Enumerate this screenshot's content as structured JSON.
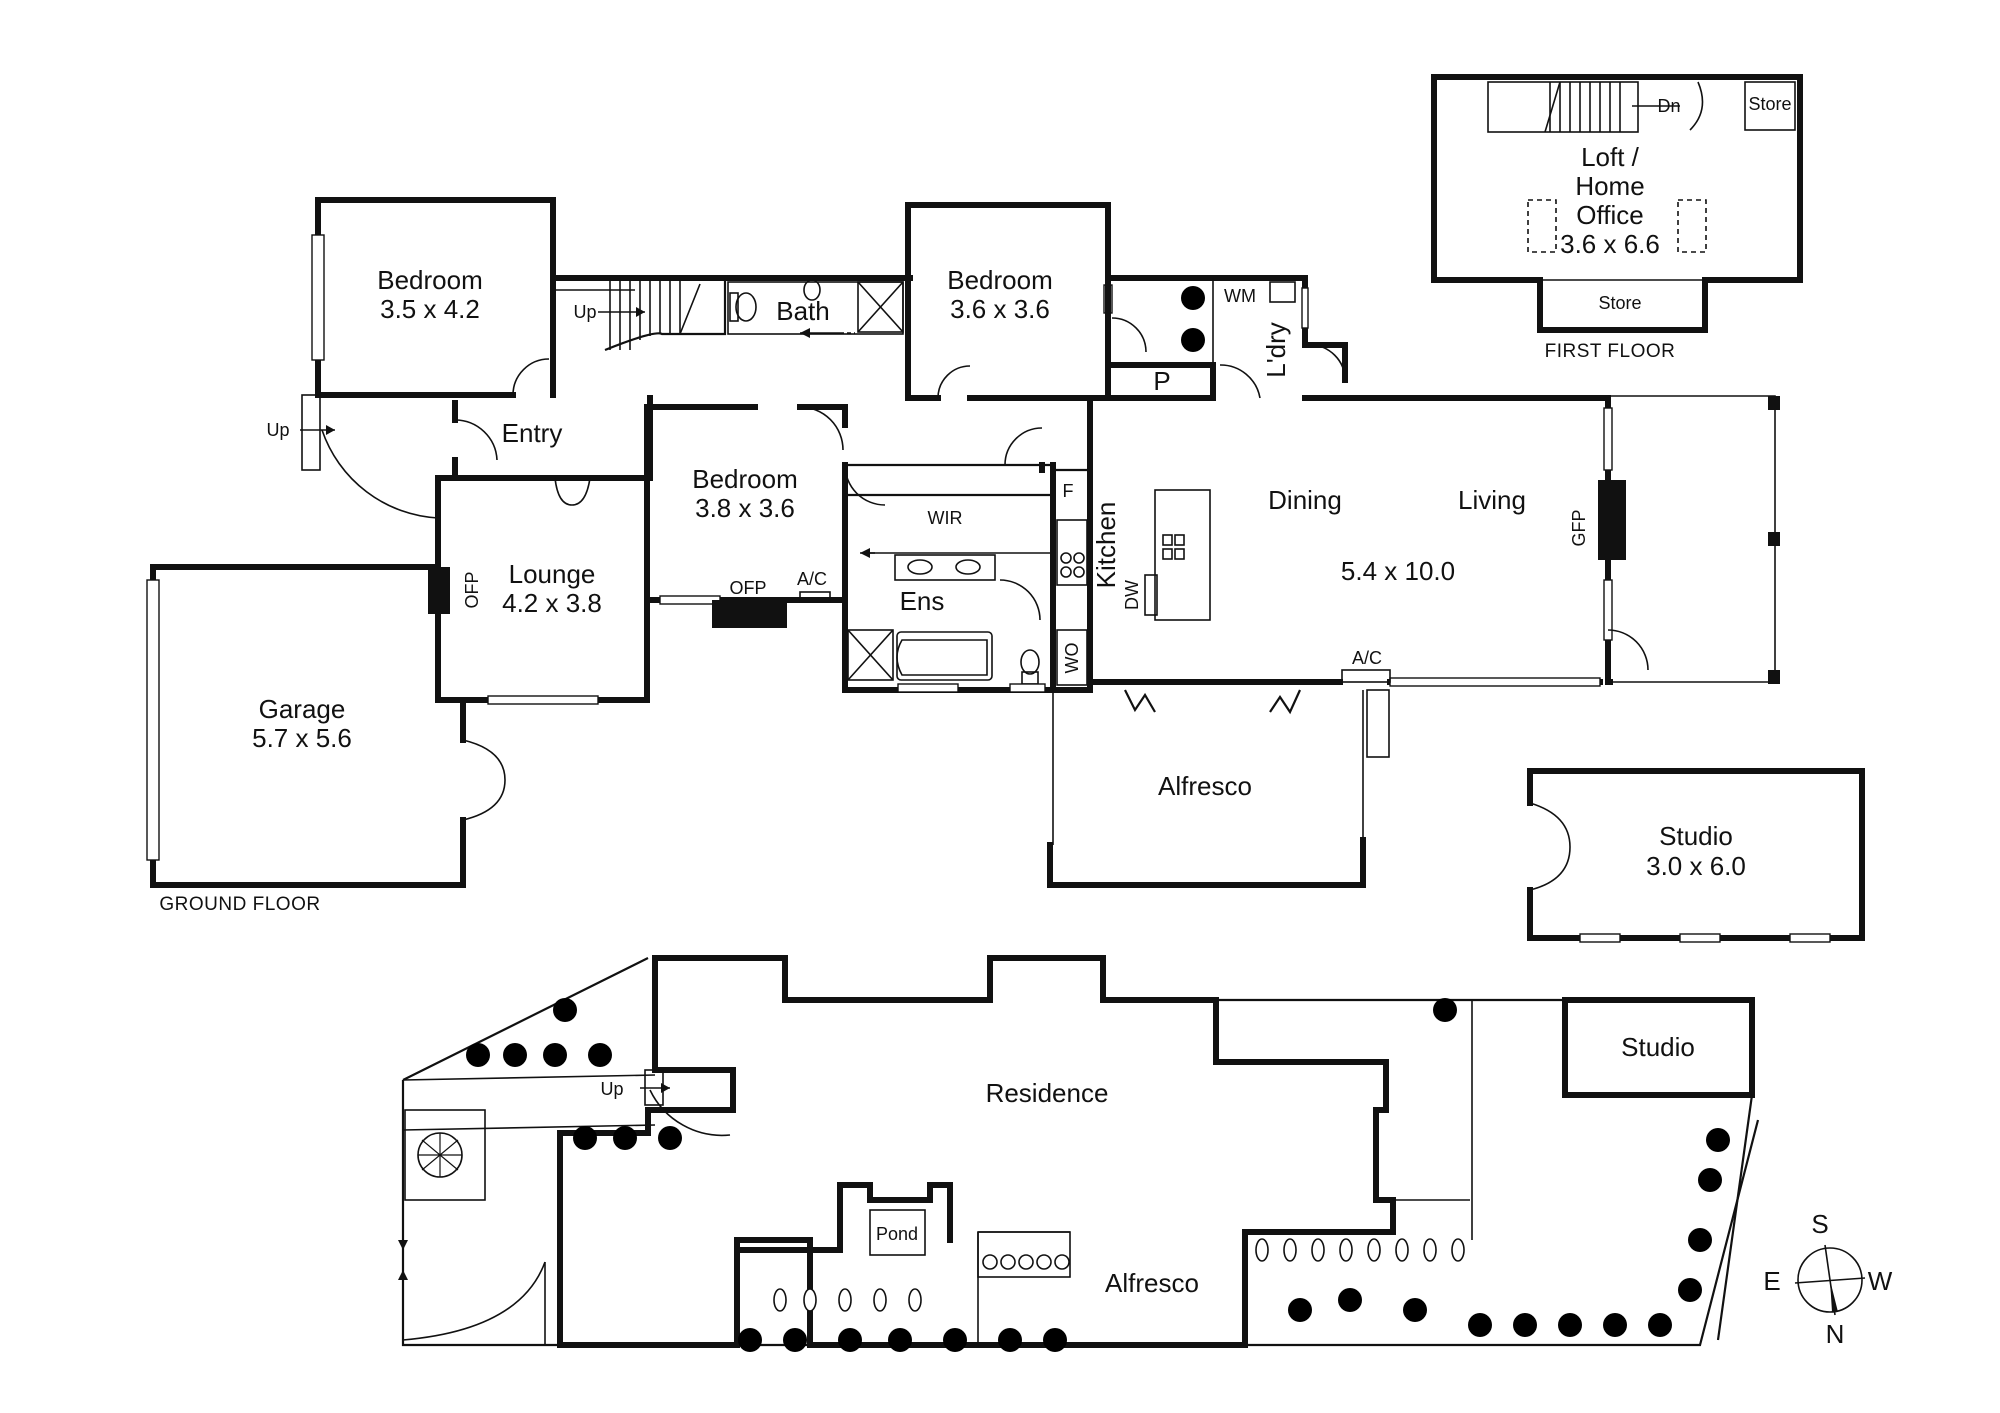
{
  "ground_floor": {
    "caption": "GROUND FLOOR",
    "rooms": {
      "bedroom1": {
        "name": "Bedroom",
        "size": "3.5 x 4.2"
      },
      "bedroom2": {
        "name": "Bedroom",
        "size": "3.6 x 3.6"
      },
      "bedroom3": {
        "name": "Bedroom",
        "size": "3.8 x 3.6"
      },
      "lounge": {
        "name": "Lounge",
        "size": "4.2 x 3.8"
      },
      "garage": {
        "name": "Garage",
        "size": "5.7 x 5.6"
      },
      "living": {
        "dining": "Dining",
        "living": "Living",
        "size": "5.4 x 10.0"
      },
      "studio": {
        "name": "Studio",
        "size": "3.0 x 6.0"
      }
    },
    "labels": {
      "entry": "Entry",
      "bath": "Bath",
      "laundry": "L'dry",
      "wm": "WM",
      "pantry": "P",
      "fridge": "F",
      "wir": "WIR",
      "ens": "Ens",
      "kitchen": "Kitchen",
      "dw": "DW",
      "wo": "WO",
      "ofp_lounge": "OFP",
      "ofp_bed": "OFP",
      "ac_bed": "A/C",
      "ac_living": "A/C",
      "gfp": "GFP",
      "alfresco": "Alfresco",
      "up_stair": "Up",
      "up_side": "Up"
    }
  },
  "first_floor": {
    "caption": "FIRST FLOOR",
    "loft": {
      "line1": "Loft /",
      "line2": "Home",
      "line3": "Office",
      "size": "3.6 x 6.6"
    },
    "store_top": "Store",
    "store_bottom": "Store",
    "dn": "Dn"
  },
  "site_plan": {
    "residence": "Residence",
    "studio": "Studio",
    "pond": "Pond",
    "alfresco": "Alfresco",
    "up": "Up"
  },
  "compass": {
    "s": "S",
    "w": "W",
    "e": "E",
    "n": "N"
  }
}
